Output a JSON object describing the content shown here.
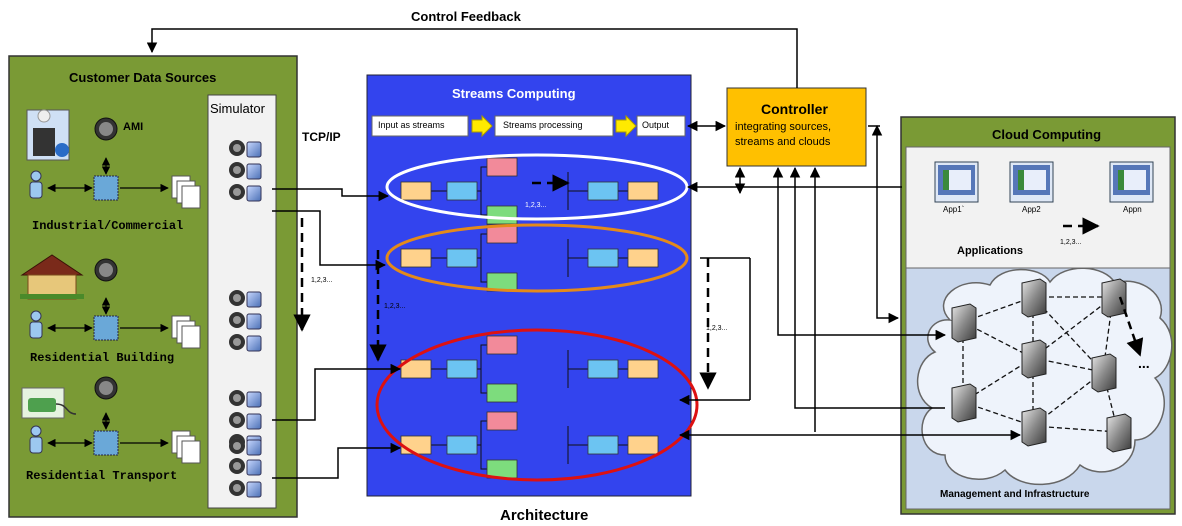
{
  "diagram": {
    "top_label": "Control Feedback",
    "bottom_label": "Architecture",
    "customer": {
      "title": "Customer Data Sources",
      "simulator": "Simulator",
      "ami": "AMI",
      "sources": [
        "Industrial/Commercial",
        "Residential Building",
        "Residential Transport"
      ]
    },
    "protocol": "TCP/IP",
    "seq_label": "1,2,3...",
    "streams": {
      "title": "Streams Computing",
      "pipeline": [
        "Input as streams",
        "Streams processing",
        "Output"
      ]
    },
    "controller": {
      "title": "Controller",
      "subtitle_1": "integrating sources,",
      "subtitle_2": "streams and clouds"
    },
    "cloud": {
      "title": "Cloud Computing",
      "apps": [
        "App1`",
        "App2",
        "Appn"
      ],
      "applications_label": "Applications",
      "infra_label": "Management and Infrastructure",
      "ellipsis": "..."
    },
    "colors": {
      "customer_bg": "#7a9a35",
      "streams_bg": "#3344ee",
      "controller_bg": "#ffc000",
      "cloud_bg": "#7a9a35",
      "cloud_inner": "#dde6f3",
      "ellipse_white": "#ffffff",
      "ellipse_orange": "#e48a1a",
      "ellipse_red": "#dd1111",
      "node_orange": "#ffd28c",
      "node_blue": "#6cc4f2",
      "node_red": "#f28a9a",
      "node_green": "#7ddc7d"
    }
  }
}
